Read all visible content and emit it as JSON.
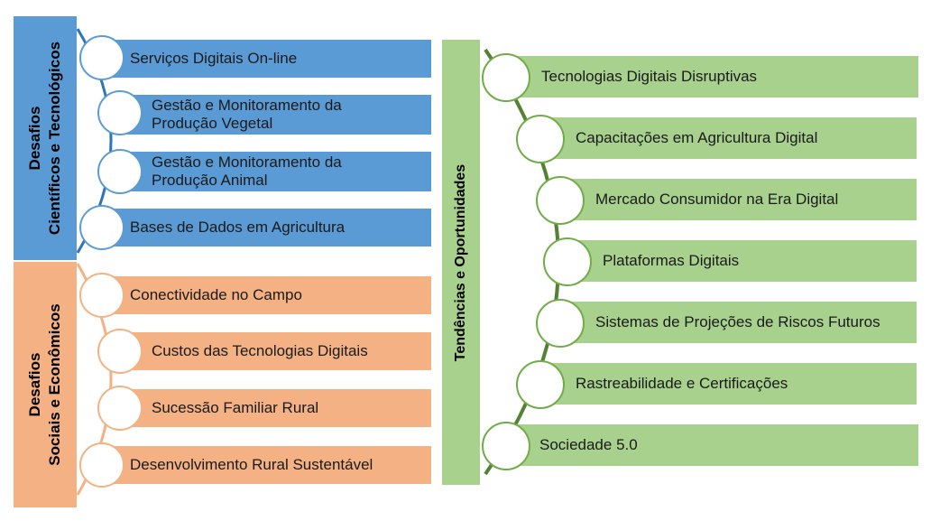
{
  "left": {
    "top_group": {
      "title_line1": "Desafios",
      "title_line2": "Científicos e Tecnológicos",
      "color": "#5b9bd5",
      "items": [
        "Serviços Digitais On-line",
        "Gestão e Monitoramento da Produção Vegetal",
        "Gestão e Monitoramento da Produção Animal",
        "Bases de Dados em Agricultura"
      ]
    },
    "bottom_group": {
      "title_line1": "Desafios",
      "title_line2": "Sociais e Econômicos",
      "color": "#f4b183",
      "items": [
        "Conectividade no Campo",
        "Custos das Tecnologias Digitais",
        "Sucessão Familiar Rural",
        "Desenvolvimento Rural Sustentável"
      ]
    }
  },
  "right": {
    "title": "Tendências e Oportunidades",
    "color": "#a9d18e",
    "items": [
      "Tecnologias Digitais Disruptivas",
      "Capacitações em Agricultura Digital",
      "Mercado Consumidor na Era Digital",
      "Plataformas Digitais",
      "Sistemas de Projeções de Riscos Futuros",
      "Rastreabilidade e Certificações",
      "Sociedade 5.0"
    ]
  }
}
